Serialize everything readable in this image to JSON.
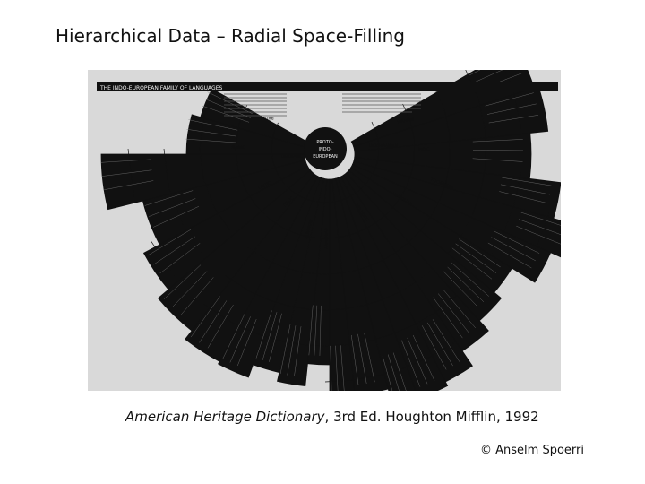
{
  "slide": {
    "title": "Hierarchical Data – Radial Space-Filling",
    "caption": {
      "source_title": "American Heritage Dictionary",
      "edition": ", 3rd Ed.  Houghton Mifflin, 1992"
    },
    "copyright": "© Anselm Spoerri"
  },
  "figure": {
    "header_text": "THE INDO-EUROPEAN FAMILY OF LANGUAGES",
    "root": [
      "PROTO-",
      "INDO-",
      "EUROPEAN"
    ],
    "branch_labels": [
      "BALTIC",
      "SLAVIC",
      "GERMANIC",
      "CELTIC",
      "ITALIC",
      "ALBANIAN",
      "ARMENIAN",
      "HELLENIC",
      "ANATOLIAN",
      "INDO-IRANIAN",
      "IRANIAN",
      "INDIC",
      "TOCHARIAN"
    ],
    "colors": {
      "ink": "#111111",
      "paper": "#f4f4f4",
      "backdrop": "#d9d9d9"
    }
  }
}
